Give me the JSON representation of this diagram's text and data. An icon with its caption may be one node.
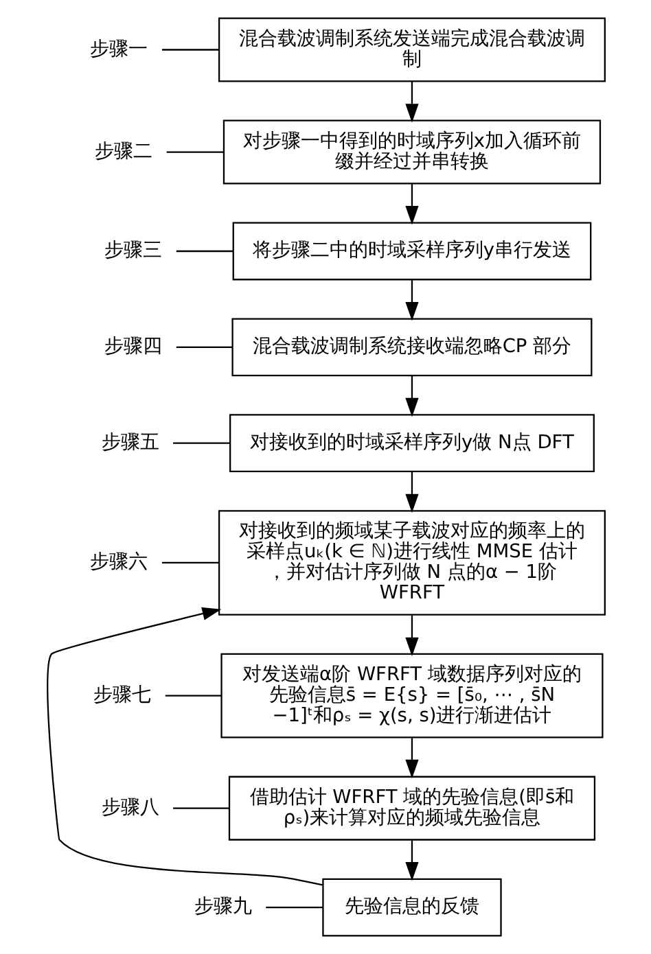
{
  "diagram": {
    "nodes": [
      {
        "text": [
          "混合载波调制系统发送端完成混合载波调制"
        ]
      },
      {
        "text": [
          "对步骤一中得到的时域序列x加入循环前缀并经过并串转换"
        ]
      },
      {
        "text": [
          "将步骤二中的时域采样序列y串行发送"
        ]
      },
      {
        "text": [
          "混合载波调制系统接收端忽略CP 部分"
        ]
      },
      {
        "text": [
          "对接收到的时域采样序列y做 N点 DFT"
        ]
      },
      {
        "text": [
          "对接收到的频域某子载波对应的频率上的采样点uₖ(k ∈ ℕ)进行线性 MMSE 估计，并对估计序列做 N 点的α − 1阶 WFRFT"
        ]
      },
      {
        "text": [
          "对发送端α阶 WFRFT 域数据序列对应的先验信息s̄ = E{s} = [s̄₀, ⋯ , s̄N−1]ᵗ和ρₛ = χ(s, s)进行渐进估计"
        ]
      },
      {
        "text": [
          "借助估计 WFRFT 域的先验信息(即s̄和ρₛ)来计算对应的频域先验信息"
        ]
      },
      {
        "text": [
          "先验信息的反馈"
        ]
      },
      {
        "text": [
          "步骤一"
        ]
      },
      {
        "text": [
          "步骤二"
        ]
      },
      {
        "text": [
          "步骤三"
        ]
      },
      {
        "text": [
          "步骤四"
        ]
      },
      {
        "text": [
          "步骤五"
        ]
      },
      {
        "text": [
          "步骤六"
        ]
      },
      {
        "text": [
          "步骤七"
        ]
      },
      {
        "text": [
          "步骤八"
        ]
      },
      {
        "text": [
          "步骤九"
        ]
      }
    ],
    "edges": [
      {
        "from": 0,
        "to": 1,
        "arrow": "to"
      },
      {
        "from": 1,
        "to": 2,
        "arrow": "to"
      },
      {
        "from": 2,
        "to": 3,
        "arrow": "to"
      },
      {
        "from": 3,
        "to": 4,
        "arrow": "to"
      },
      {
        "from": 4,
        "to": 5,
        "arrow": "to"
      },
      {
        "from": 5,
        "to": 6,
        "arrow": "to"
      },
      {
        "from": 6,
        "to": 7,
        "arrow": "to"
      },
      {
        "from": 7,
        "to": 8,
        "arrow": "to"
      },
      {
        "from": 8,
        "to": 5,
        "arrow": "to"
      },
      {
        "from": 9,
        "to": 0,
        "arrow": "none"
      },
      {
        "from": 10,
        "to": 1,
        "arrow": "none"
      },
      {
        "from": 11,
        "to": 2,
        "arrow": "none"
      },
      {
        "from": 12,
        "to": 3,
        "arrow": "none"
      },
      {
        "from": 13,
        "to": 4,
        "arrow": "none"
      },
      {
        "from": 14,
        "to": 5,
        "arrow": "none"
      },
      {
        "from": 15,
        "to": 6,
        "arrow": "none"
      },
      {
        "from": 16,
        "to": 7,
        "arrow": "none"
      },
      {
        "from": 17,
        "to": 8,
        "arrow": "none"
      }
    ]
  }
}
